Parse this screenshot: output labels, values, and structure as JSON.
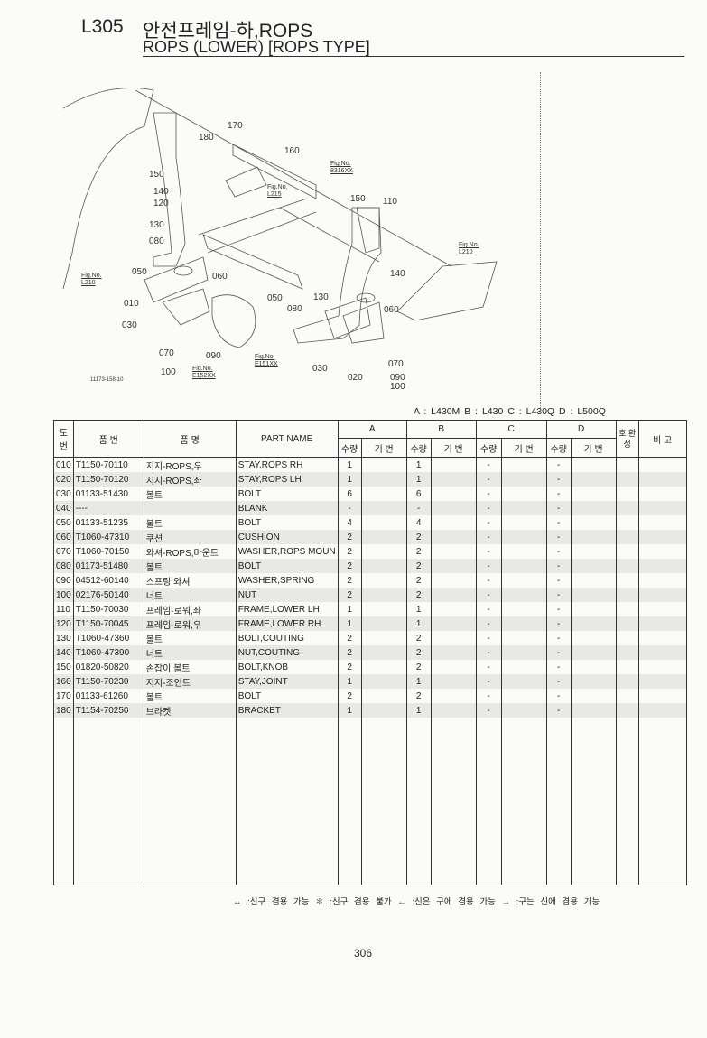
{
  "header": {
    "code": "L305",
    "title_kr": "안전프레임-하,ROPS",
    "title_en": "ROPS (LOWER) [ROPS TYPE]"
  },
  "diagram": {
    "callouts": [
      "170",
      "180",
      "160",
      "150",
      "140",
      "120",
      "130",
      "080",
      "050",
      "060",
      "010",
      "030",
      "070",
      "090",
      "100",
      "150",
      "110",
      "140",
      "050",
      "080",
      "130",
      "060",
      "030",
      "070",
      "090",
      "020",
      "100"
    ],
    "fig_refs": [
      "Fig.No. 8316XX",
      "Fig.No. L215",
      "Fig.No. L210",
      "Fig.No. L210",
      "Fig.No. E151XX",
      "Fig.No. E152XX"
    ],
    "drawing_code": "11173-158-10"
  },
  "models_legend": "A : L430M   B : L430   C : L430Q   D : L500Q",
  "table": {
    "headers": {
      "ref": "도 번",
      "part_no": "품  번",
      "name_kr": "품        명",
      "part_name": "PART  NAME",
      "groups": [
        "A",
        "B",
        "C",
        "D"
      ],
      "qty": "수량",
      "serial": "기 번",
      "compat": "호 환 성",
      "remarks": "비   고"
    },
    "rows": [
      {
        "ref": "010",
        "part_no": "T1150-70110",
        "name_kr": "지지-ROPS,우",
        "part_name": "STAY,ROPS RH",
        "qty": [
          "1",
          "1",
          "-",
          "-"
        ]
      },
      {
        "ref": "020",
        "part_no": "T1150-70120",
        "name_kr": "지지-ROPS,좌",
        "part_name": "STAY,ROPS LH",
        "qty": [
          "1",
          "1",
          "-",
          "-"
        ]
      },
      {
        "ref": "030",
        "part_no": "01133-51430",
        "name_kr": "볼트",
        "part_name": "BOLT",
        "qty": [
          "6",
          "6",
          "-",
          "-"
        ]
      },
      {
        "ref": "040",
        "part_no": "----",
        "name_kr": "",
        "part_name": "BLANK",
        "qty": [
          "-",
          "-",
          "-",
          "-"
        ]
      },
      {
        "ref": "050",
        "part_no": "01133-51235",
        "name_kr": "볼트",
        "part_name": "BOLT",
        "qty": [
          "4",
          "4",
          "-",
          "-"
        ]
      },
      {
        "ref": "060",
        "part_no": "T1060-47310",
        "name_kr": "쿠션",
        "part_name": "CUSHION",
        "qty": [
          "2",
          "2",
          "-",
          "-"
        ]
      },
      {
        "ref": "070",
        "part_no": "T1060-70150",
        "name_kr": "와셔-ROPS,마운트",
        "part_name": "WASHER,ROPS MOUN",
        "qty": [
          "2",
          "2",
          "-",
          "-"
        ]
      },
      {
        "ref": "080",
        "part_no": "01173-51480",
        "name_kr": "볼트",
        "part_name": "BOLT",
        "qty": [
          "2",
          "2",
          "-",
          "-"
        ]
      },
      {
        "ref": "090",
        "part_no": "04512-60140",
        "name_kr": "스프링 와셔",
        "part_name": "WASHER,SPRING",
        "qty": [
          "2",
          "2",
          "-",
          "-"
        ]
      },
      {
        "ref": "100",
        "part_no": "02176-50140",
        "name_kr": "너트",
        "part_name": "NUT",
        "qty": [
          "2",
          "2",
          "-",
          "-"
        ]
      },
      {
        "ref": "110",
        "part_no": "T1150-70030",
        "name_kr": "프레임-로워,좌",
        "part_name": "FRAME,LOWER LH",
        "qty": [
          "1",
          "1",
          "-",
          "-"
        ]
      },
      {
        "ref": "120",
        "part_no": "T1150-70045",
        "name_kr": "프레임-로워,우",
        "part_name": "FRAME,LOWER RH",
        "qty": [
          "1",
          "1",
          "-",
          "-"
        ]
      },
      {
        "ref": "130",
        "part_no": "T1060-47360",
        "name_kr": "볼트",
        "part_name": "BOLT,COUTING",
        "qty": [
          "2",
          "2",
          "-",
          "-"
        ]
      },
      {
        "ref": "140",
        "part_no": "T1060-47390",
        "name_kr": "너트",
        "part_name": "NUT,COUTING",
        "qty": [
          "2",
          "2",
          "-",
          "-"
        ]
      },
      {
        "ref": "150",
        "part_no": "01820-50820",
        "name_kr": "손잡이 볼트",
        "part_name": "BOLT,KNOB",
        "qty": [
          "2",
          "2",
          "-",
          "-"
        ]
      },
      {
        "ref": "160",
        "part_no": "T1150-70230",
        "name_kr": "지지-조인트",
        "part_name": "STAY,JOINT",
        "qty": [
          "1",
          "1",
          "-",
          "-"
        ]
      },
      {
        "ref": "170",
        "part_no": "01133-61260",
        "name_kr": "볼트",
        "part_name": "BOLT",
        "qty": [
          "2",
          "2",
          "-",
          "-"
        ]
      },
      {
        "ref": "180",
        "part_no": "T1154-70250",
        "name_kr": "브라켓",
        "part_name": "BRACKET",
        "qty": [
          "1",
          "1",
          "-",
          "-"
        ]
      }
    ]
  },
  "footer": {
    "legend": "↔ :신구 겸용 가능   ✽ :신구 겸용 불가   ← :신은 구에 겸용 가능   → :구는 신에 겸용 가능",
    "page_number": "306"
  }
}
